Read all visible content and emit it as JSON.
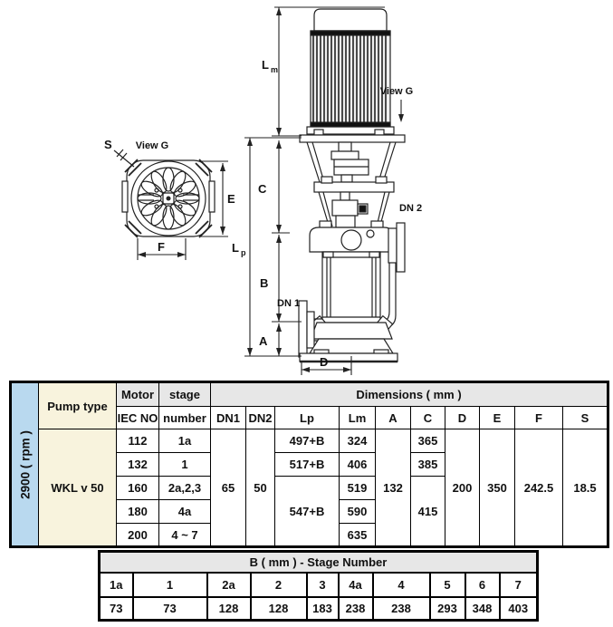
{
  "diagram": {
    "view_g_top_label": "View G",
    "view_g_side_label": "View G",
    "s_label": "S",
    "e_label": "E",
    "f_label": "F",
    "c_label": "C",
    "b_label": "B",
    "a_label": "A",
    "d_label": "D",
    "l_letter": "L",
    "lm_sub": "m",
    "lp_sub": "p",
    "dn1_label": "DN 1",
    "dn2_label": "DN 2"
  },
  "main_table": {
    "rpm_label": "2900 ( rpm )",
    "headers": {
      "pump_type": "Pump type",
      "motor": "Motor",
      "stage": "stage",
      "dimensions": "Dimensions ( mm )",
      "iec_no": "IEC NO",
      "number": "number",
      "dims": [
        "DN1",
        "DN2",
        "Lp",
        "Lm",
        "A",
        "C",
        "D",
        "E",
        "F",
        "S"
      ]
    },
    "pump_type_value": "WKL v 50",
    "dn1": "65",
    "dn2": "50",
    "rows": [
      {
        "iec": "112",
        "stage": "1a",
        "lm": "324"
      },
      {
        "iec": "132",
        "stage": "1",
        "lm": "406"
      },
      {
        "iec": "160",
        "stage": "2a,2,3",
        "lm": "519"
      },
      {
        "iec": "180",
        "stage": "4a",
        "lm": "590"
      },
      {
        "iec": "200",
        "stage": "4 ~ 7",
        "lm": "635"
      }
    ],
    "lp": {
      "row1": "497+B",
      "row2": "517+B",
      "rows345": "547+B"
    },
    "c": {
      "row1": "365",
      "row2": "385",
      "rows345": "415"
    },
    "a": "132",
    "d": "200",
    "e": "350",
    "f": "242.5",
    "s": "18.5"
  },
  "b_table": {
    "title": "B ( mm ) - Stage Number",
    "stages": [
      "1a",
      "1",
      "2a",
      "2",
      "3",
      "4a",
      "4",
      "5",
      "6",
      "7"
    ],
    "values": [
      "73",
      "73",
      "128",
      "128",
      "183",
      "238",
      "238",
      "293",
      "348",
      "403"
    ]
  }
}
